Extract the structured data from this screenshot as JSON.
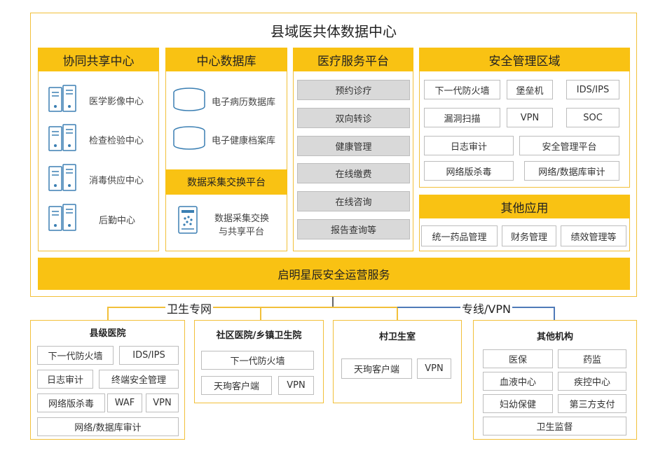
{
  "main_title": "县域医共体数据中心",
  "collab": {
    "header": "协同共享中心",
    "items": [
      "医学影像中心",
      "检查检验中心",
      "消毒供应中心",
      "后勤中心"
    ]
  },
  "central_db": {
    "header": "中心数据库",
    "items": [
      "电子病历数据库",
      "电子健康档案库"
    ],
    "sub_header": "数据采集交换平台",
    "sub_item_line1": "数据采集交换",
    "sub_item_line2": "与共享平台"
  },
  "medical": {
    "header": "医疗服务平台",
    "items": [
      "预约诊疗",
      "双向转诊",
      "健康管理",
      "在线缴费",
      "在线咨询",
      "报告查询等"
    ]
  },
  "security": {
    "header": "安全管理区域",
    "items": [
      "下一代防火墙",
      "堡垒机",
      "IDS/IPS",
      "漏洞扫描",
      "VPN",
      "SOC",
      "日志审计",
      "安全管理平台",
      "网络版杀毒",
      "网络/数据库审计"
    ]
  },
  "other_apps": {
    "header": "其他应用",
    "items": [
      "统一药品管理",
      "财务管理",
      "绩效管理等"
    ]
  },
  "ops_service": "启明星辰安全运营服务",
  "net_labels": {
    "health_net": "卫生专网",
    "vpn": "专线/VPN"
  },
  "county": {
    "title": "县级医院",
    "items": [
      "下一代防火墙",
      "IDS/IPS",
      "日志审计",
      "终端安全管理",
      "网络版杀毒",
      "WAF",
      "VPN",
      "网络/数据库审计"
    ]
  },
  "community": {
    "title": "社区医院/乡镇卫生院",
    "items": [
      "下一代防火墙",
      "天珣客户端",
      "VPN"
    ]
  },
  "village": {
    "title": "村卫生室",
    "items": [
      "天珣客户端",
      "VPN"
    ]
  },
  "others": {
    "title": "其他机构",
    "items": [
      "医保",
      "药监",
      "血液中心",
      "疾控中心",
      "妇幼保健",
      "第三方支付",
      "卫生监督"
    ]
  },
  "colors": {
    "accent": "#f9c213",
    "border": "#f2c03a",
    "gray_box": "#d9d9d9",
    "vpn_line": "#4f7ab8",
    "trunk_line": "#666666"
  }
}
